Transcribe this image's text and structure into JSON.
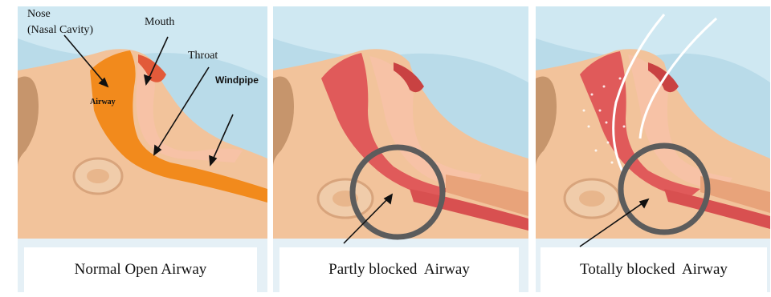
{
  "labels": {
    "nose": "Nose",
    "nasal_cavity": "(Nasal Cavity)",
    "mouth": "Mouth",
    "throat": "Throat",
    "windpipe": "Windpipe",
    "airway": "Airway"
  },
  "captions": {
    "normal": "Normal Open Airway",
    "partly": "Partly blocked  Airway",
    "totally": "Totally blocked  Airway"
  },
  "colors": {
    "sky": "#b9dbe9",
    "skin": "#f2c39b",
    "airway_open": "#f28a1c",
    "airway_tissue": "#e05a5a",
    "ring": "#5c5c5c"
  }
}
